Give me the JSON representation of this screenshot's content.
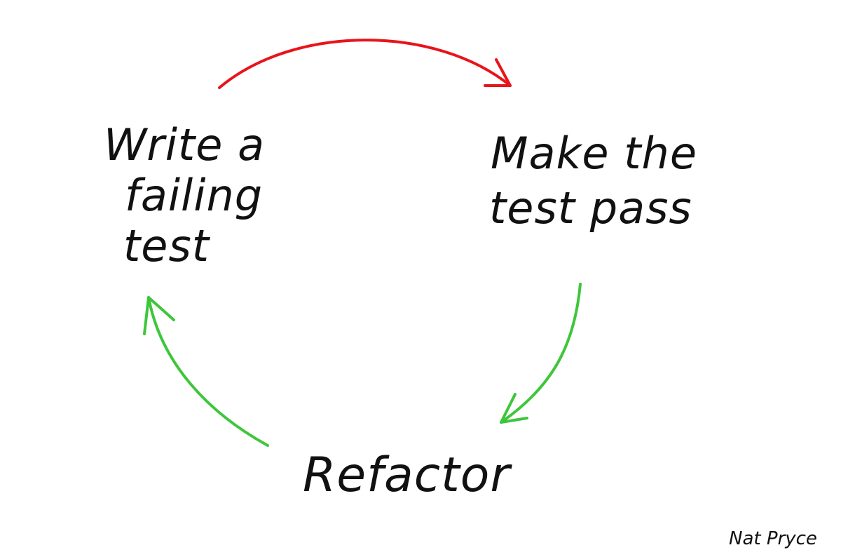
{
  "nodes": {
    "write_test": {
      "lines": [
        "Write a",
        "failing",
        "test"
      ]
    },
    "make_pass": {
      "lines": [
        "Make the",
        "test pass"
      ]
    },
    "refactor": {
      "lines": [
        "Refactor"
      ]
    }
  },
  "signature": "Nat Pryce",
  "colors": {
    "background": "#ffffff",
    "text": "#111111",
    "arrow_red": "#e8141b",
    "arrow_green": "#3ec63a"
  },
  "arrows": [
    {
      "from": "write_test",
      "to": "make_pass",
      "color": "red"
    },
    {
      "from": "make_pass",
      "to": "refactor",
      "color": "green"
    },
    {
      "from": "refactor",
      "to": "write_test",
      "color": "green"
    }
  ]
}
